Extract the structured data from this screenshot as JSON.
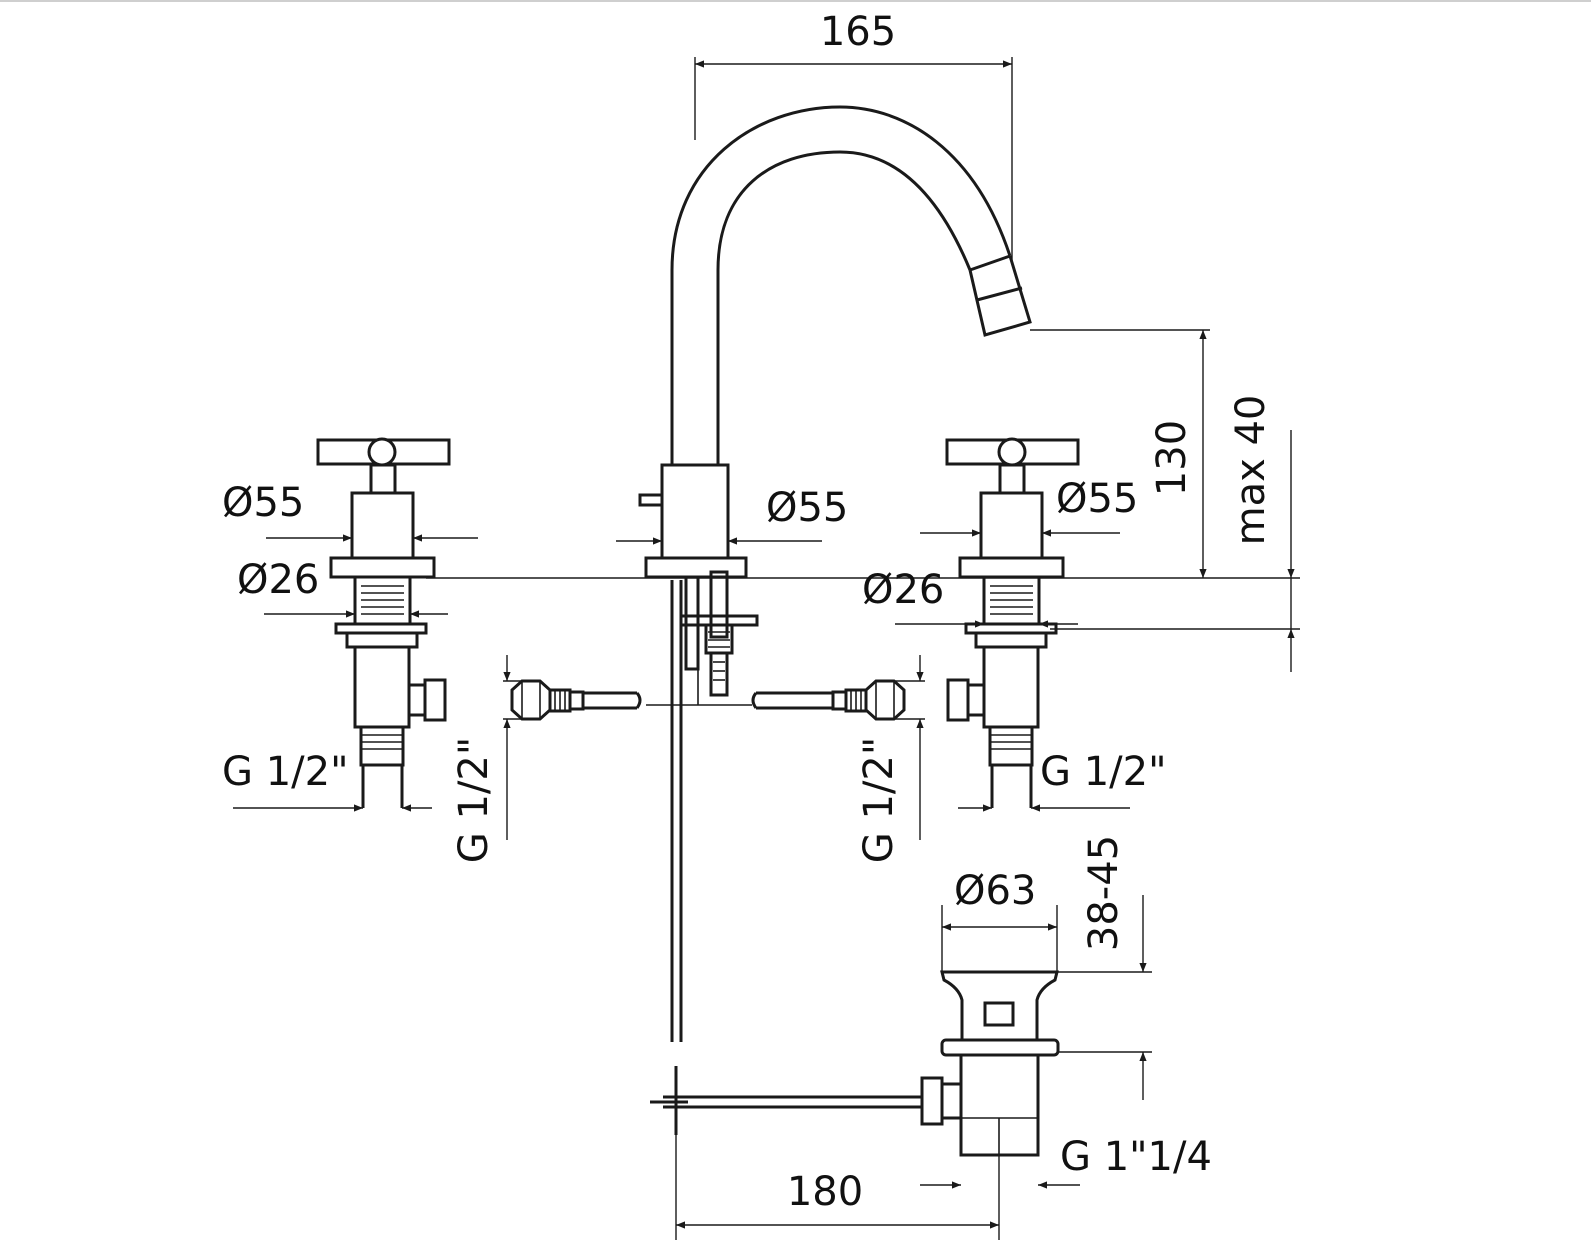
{
  "labels": {
    "spout_reach": "165",
    "spout_height": "130",
    "max_thickness": "max 40",
    "left_handle_dia": "Ø55",
    "left_stem_dia": "Ø26",
    "center_base_dia": "Ø55",
    "right_handle_dia": "Ø55",
    "right_stem_dia": "Ø26",
    "left_inlet": "G 1/2\"",
    "left_hose_thread": "G 1/2\"",
    "right_hose_thread": "G 1/2\"",
    "right_inlet": "G 1/2\"",
    "waste_dia": "Ø63",
    "waste_range": "38-45",
    "waste_thread": "G 1\"1/4",
    "rod_length": "180"
  }
}
